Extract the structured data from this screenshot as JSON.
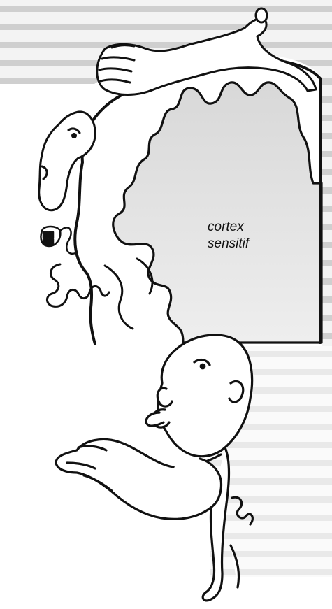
{
  "label": {
    "line1": "cortex",
    "line2": "sensitif"
  },
  "colors": {
    "ink": "#111111",
    "paper": "#ffffff",
    "text_band": "#d9d9d9",
    "cortex_fill": "#e6e6e6"
  },
  "icons": [
    "hand-figure",
    "face",
    "teeth",
    "intestine",
    "homunculus"
  ]
}
